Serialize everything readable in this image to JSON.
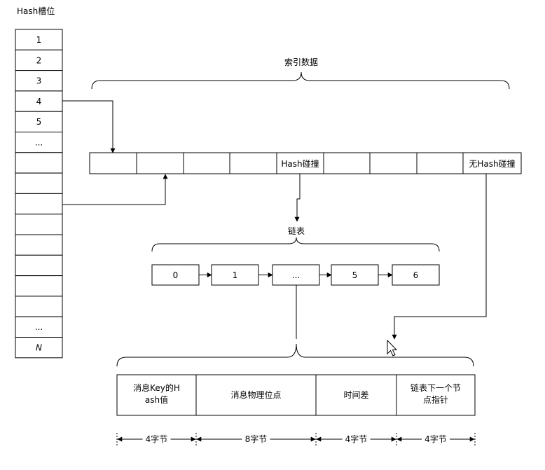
{
  "slots": {
    "title": "Hash槽位",
    "labels": [
      "1",
      "2",
      "3",
      "4",
      "5",
      "...",
      "",
      "",
      "",
      "",
      "",
      "",
      "",
      "",
      "...",
      "N"
    ]
  },
  "index_data": {
    "label": "索引数据",
    "cells": [
      "",
      "",
      "",
      "",
      "Hash碰撞",
      "",
      "",
      "",
      "无Hash碰撞"
    ]
  },
  "linked_list": {
    "label": "链表",
    "nodes": [
      "0",
      "1",
      "...",
      "5",
      "6"
    ]
  },
  "record": {
    "fields": [
      "消息Key的Hash值",
      "消息物理位点",
      "时间差",
      "链表下一个节点指针"
    ],
    "sizes": [
      "4字节",
      "8字节",
      "4字节",
      "4字节"
    ]
  }
}
